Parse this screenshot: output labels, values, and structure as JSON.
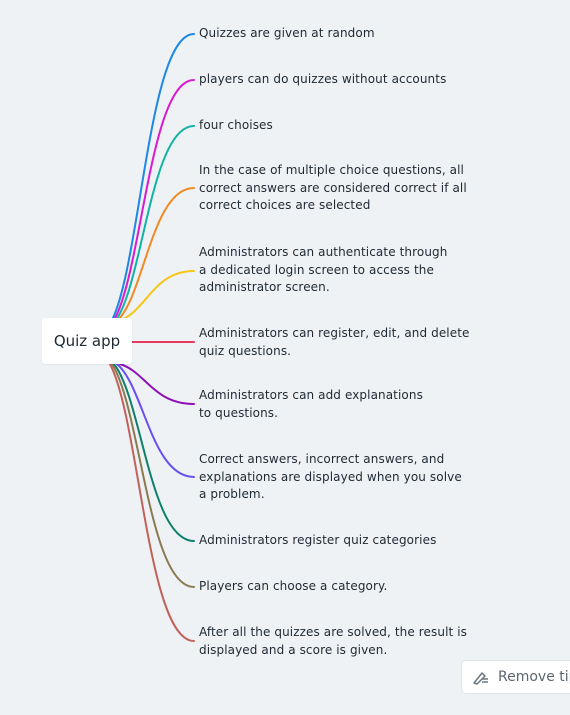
{
  "root": {
    "label": "Quiz app"
  },
  "branches": [
    {
      "label": "Quizzes are given at random",
      "color": "#1e88e5"
    },
    {
      "label": "players can do quizzes without accounts",
      "color": "#d81bd0"
    },
    {
      "label": "four choises",
      "color": "#10b3a3"
    },
    {
      "label": "In the case of multiple choice questions, all correct answers are considered correct if all correct choices are selected",
      "color": "#f08a24"
    },
    {
      "label": "Administrators can authenticate through a dedicated login screen to access the administrator screen.",
      "color": "#f5c518"
    },
    {
      "label": "Administrators can register, edit, and delete quiz questions.",
      "color": "#e53960"
    },
    {
      "label": "Administrators can add explanations to questions.",
      "color": "#8e10b5"
    },
    {
      "label": "Correct answers, incorrect answers, and explanations are displayed when you solve a problem.",
      "color": "#6a4ef0"
    },
    {
      "label": "Administrators register quiz categories",
      "color": "#0e7f6b"
    },
    {
      "label": "Players can choose a category.",
      "color": "#8a7a52"
    },
    {
      "label": "After all the quizzes are solved, the result is displayed and a score is given.",
      "color": "#c0625a"
    }
  ],
  "tip_button": {
    "label": "Remove tip",
    "icon": "edit-tip-icon"
  }
}
